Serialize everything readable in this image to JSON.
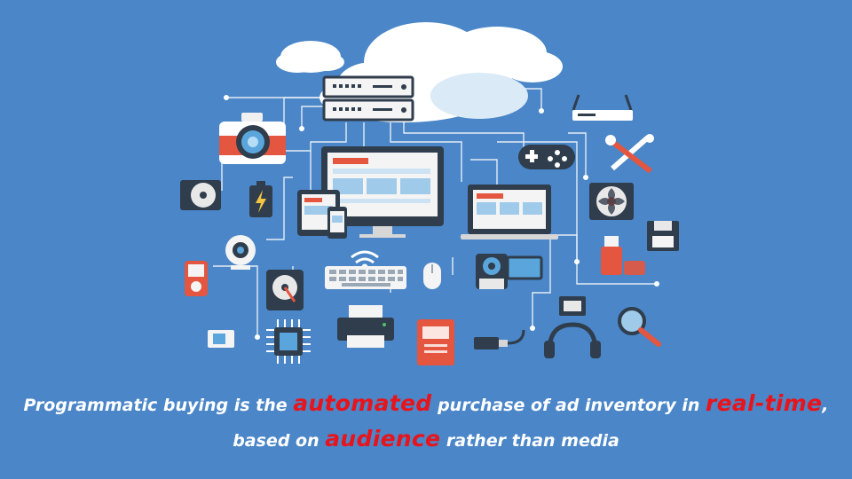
{
  "caption": {
    "line1": {
      "part1": "Programmatic buying is the ",
      "highlight1": "automated",
      "part2": " purchase of ad inventory in ",
      "highlight2": "real-time",
      "part3": ","
    },
    "line2": {
      "part1": "based on ",
      "highlight1": "audience",
      "part2": " rather than media"
    }
  },
  "colors": {
    "background": "#4a86c8",
    "caption_text": "#ffffff",
    "highlight": "#e8141b",
    "cloud": "#ffffff",
    "line": "#ffffff"
  },
  "icons": [
    "cloud-icon",
    "server-icon",
    "camera-icon",
    "router-icon",
    "gamepad-icon",
    "tools-icon",
    "hard-drive-icon",
    "battery-icon",
    "desktop-monitor-icon",
    "tablet-icon",
    "smartphone-icon",
    "laptop-icon",
    "fan-icon",
    "floppy-disk-icon",
    "webcam-icon",
    "usb-drive-icon",
    "mp3-player-icon",
    "hdd-icon",
    "wifi-icon",
    "keyboard-icon",
    "mouse-icon",
    "video-camera-icon",
    "cpu-chip-icon",
    "printer-icon",
    "ssd-icon",
    "sim-card-icon",
    "usb-cable-icon",
    "headphones-icon",
    "magnifier-icon"
  ]
}
